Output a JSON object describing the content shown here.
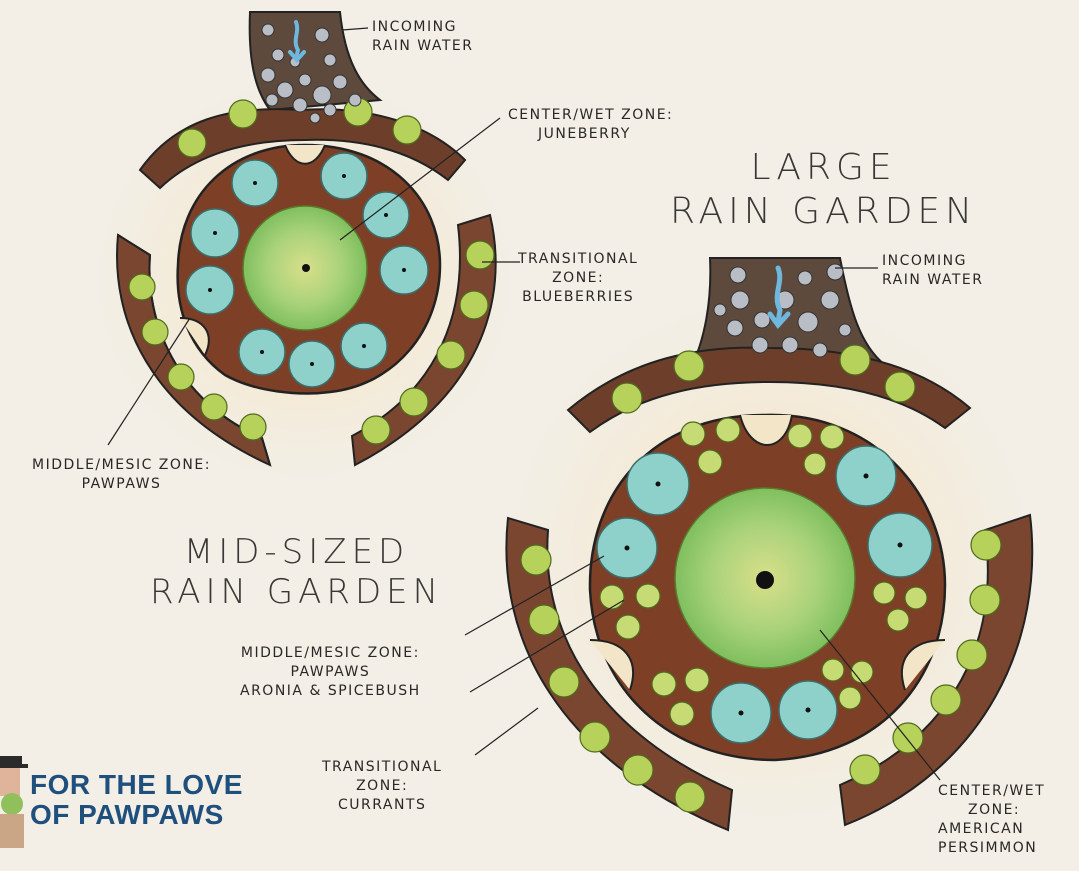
{
  "mid_garden": {
    "title_lines": [
      "MID-SIZED",
      "RAIN GARDEN"
    ],
    "labels": {
      "incoming": [
        "INCOMING",
        "RAIN WATER"
      ],
      "center": [
        "CENTER/WET ZONE:",
        "JUNEBERRY"
      ],
      "transitional": [
        "TRANSITIONAL",
        "ZONE:",
        "BLUEBERRIES"
      ],
      "middle": [
        "MIDDLE/MESIC ZONE:",
        "PAWPAWS"
      ]
    }
  },
  "large_garden": {
    "title_lines": [
      "LARGE",
      "RAIN GARDEN"
    ],
    "labels": {
      "incoming": [
        "INCOMING",
        "RAIN WATER"
      ],
      "middle": [
        "MIDDLE/MESIC ZONE:",
        "PAWPAWS",
        "ARONIA & SPICEBUSH"
      ],
      "transitional": [
        "TRANSITIONAL",
        "ZONE:",
        "CURRANTS"
      ],
      "center": [
        "CENTER/WET",
        "ZONE:",
        "AMERICAN",
        "PERSIMMON"
      ]
    }
  },
  "branding": {
    "lines": [
      "FOR THE LOVE",
      "OF PAWPAWS"
    ]
  },
  "colors": {
    "soil": "#7a4630",
    "path": "#f3d9a6",
    "pawpaw": "#8ed1cb",
    "shrub": "#b7d25a",
    "center_tree": "#a8d27a",
    "stones": "#b9bdc6",
    "water_arrow": "#6fb7de",
    "brand": "#1e4f7d"
  }
}
